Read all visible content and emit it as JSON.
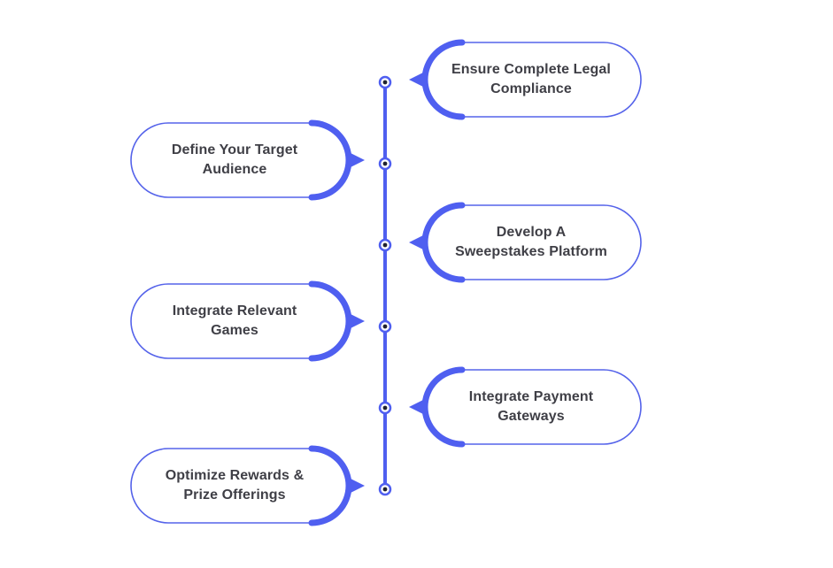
{
  "theme": {
    "accent": "#4f5ff0",
    "outline": "#5563ea",
    "text": "#3f3f46",
    "background": "#ffffff"
  },
  "steps": [
    {
      "side": "right",
      "lines": [
        "Ensure Complete Legal",
        "Compliance"
      ]
    },
    {
      "side": "left",
      "lines": [
        "Define Your Target",
        "Audience"
      ]
    },
    {
      "side": "right",
      "lines": [
        "Develop A",
        "Sweepstakes Platform"
      ]
    },
    {
      "side": "left",
      "lines": [
        "Integrate Relevant",
        "Games"
      ]
    },
    {
      "side": "right",
      "lines": [
        "Integrate Payment",
        "Gateways"
      ]
    },
    {
      "side": "left",
      "lines": [
        "Optimize Rewards &",
        "Prize Offerings"
      ]
    }
  ]
}
